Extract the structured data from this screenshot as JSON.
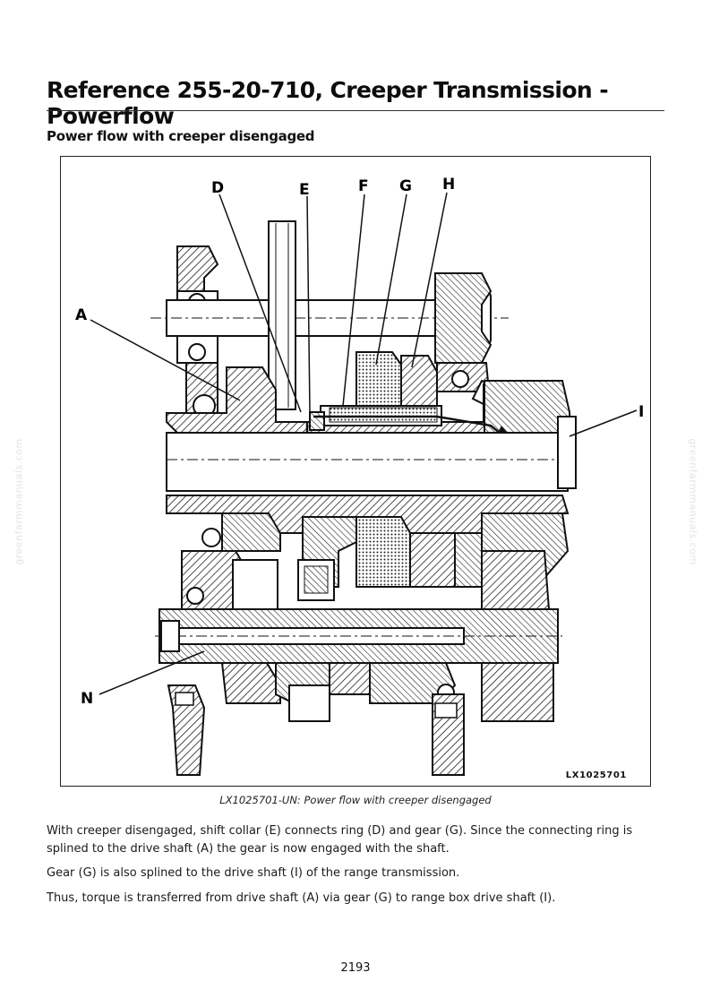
{
  "document": {
    "title": "Reference 255-20-710, Creeper Transmission - Powerflow",
    "subtitle": "Power flow with creeper disengaged"
  },
  "figure": {
    "code": "LX1025701",
    "caption": "LX1025701-UN: Power flow with creeper disengaged",
    "labels": {
      "a": "A",
      "d": "D",
      "e": "E",
      "f": "F",
      "g": "G",
      "h": "H",
      "i": "I",
      "n": "N"
    }
  },
  "paragraphs": [
    "With creeper disengaged, shift collar (E) connects ring (D) and gear (G). Since the connecting ring is splined to the drive shaft (A) the gear is now engaged with the shaft.",
    "Gear (G) is also splined to the drive shaft (I) of the range transmission.",
    "Thus, torque is transferred from drive shaft (A) via gear (G) to range box drive shaft (I)."
  ],
  "page_number": "2193",
  "watermark": "greenfarmmanuals.com"
}
